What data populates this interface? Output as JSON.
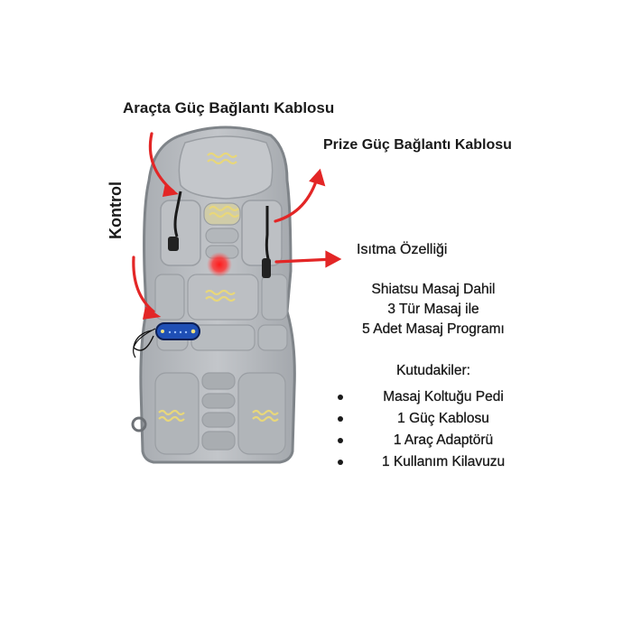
{
  "product": {
    "name": "massage-seat-cushion",
    "cushion_color": "#b9bcc0",
    "accent_arrow_color": "#e32626",
    "heat_spot_color": "#ff2020",
    "wave_icon_color": "#e8d77a",
    "controller_color": "#1f4fb5"
  },
  "callouts": {
    "car_power_cable": "Araçta Güç Bağlantı Kablosu",
    "wall_power_cable": "Prize Güç Bağlantı Kablosu",
    "control": "Kontrol",
    "heating": "Isıtma Özelliği"
  },
  "features": {
    "line1": "Shiatsu Masaj Dahil",
    "line2": "3 Tür Masaj ile",
    "line3": "5 Adet Masaj Programı"
  },
  "box_contents": {
    "title": "Kutudakiler:",
    "items": [
      "Masaj Koltuğu Pedi",
      "1 Güç Kablosu",
      "1 Araç Adaptörü",
      "1 Kullanım Kilavuzu"
    ]
  }
}
